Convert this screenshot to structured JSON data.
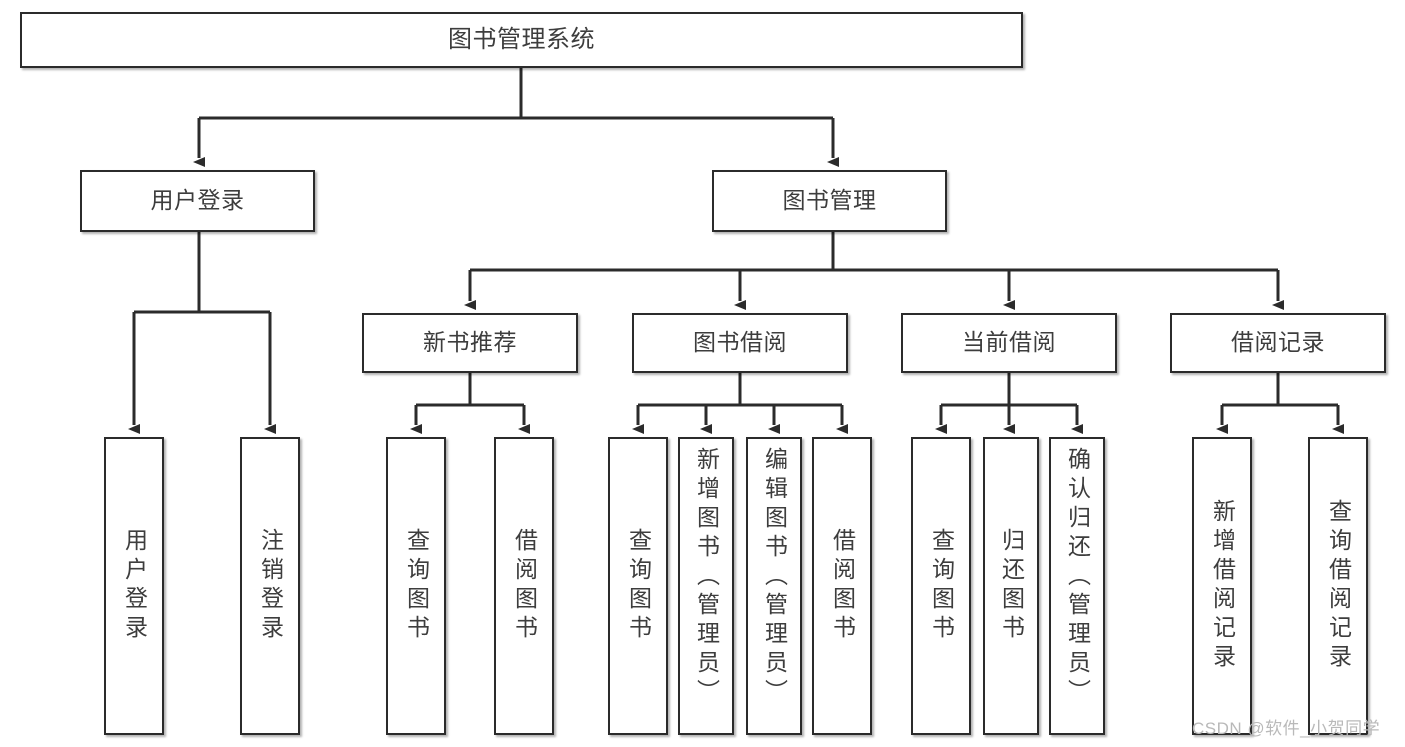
{
  "diagram": {
    "title": "图书管理系统",
    "type": "tree-hierarchy-diagram",
    "colors": {
      "box_border": "#2b2b2b",
      "box_fill": "#ffffff",
      "text": "#3d3d3d",
      "edge": "#2b2b2b",
      "watermark": "#b9b9b9",
      "background": "#ffffff"
    },
    "root": {
      "label": "图书管理系统"
    },
    "level2": [
      {
        "label": "用户登录"
      },
      {
        "label": "图书管理"
      }
    ],
    "level3": [
      {
        "label": "新书推荐"
      },
      {
        "label": "图书借阅"
      },
      {
        "label": "当前借阅"
      },
      {
        "label": "借阅记录"
      }
    ],
    "leaves": {
      "user_login": [
        {
          "label": "用户登录"
        },
        {
          "label": "注销登录"
        }
      ],
      "new_book_recommend": [
        {
          "label": "查询图书"
        },
        {
          "label": "借阅图书"
        }
      ],
      "book_borrow": [
        {
          "label": "查询图书"
        },
        {
          "label": "新增图书（管理员）"
        },
        {
          "label": "编辑图书（管理员）"
        },
        {
          "label": "借阅图书"
        }
      ],
      "current_borrow": [
        {
          "label": "查询图书"
        },
        {
          "label": "归还图书"
        },
        {
          "label": "确认归还（管理员）"
        }
      ],
      "borrow_record": [
        {
          "label": "新增借阅记录"
        },
        {
          "label": "查询借阅记录"
        }
      ]
    },
    "watermark": "CSDN @软件_小贺同学"
  }
}
